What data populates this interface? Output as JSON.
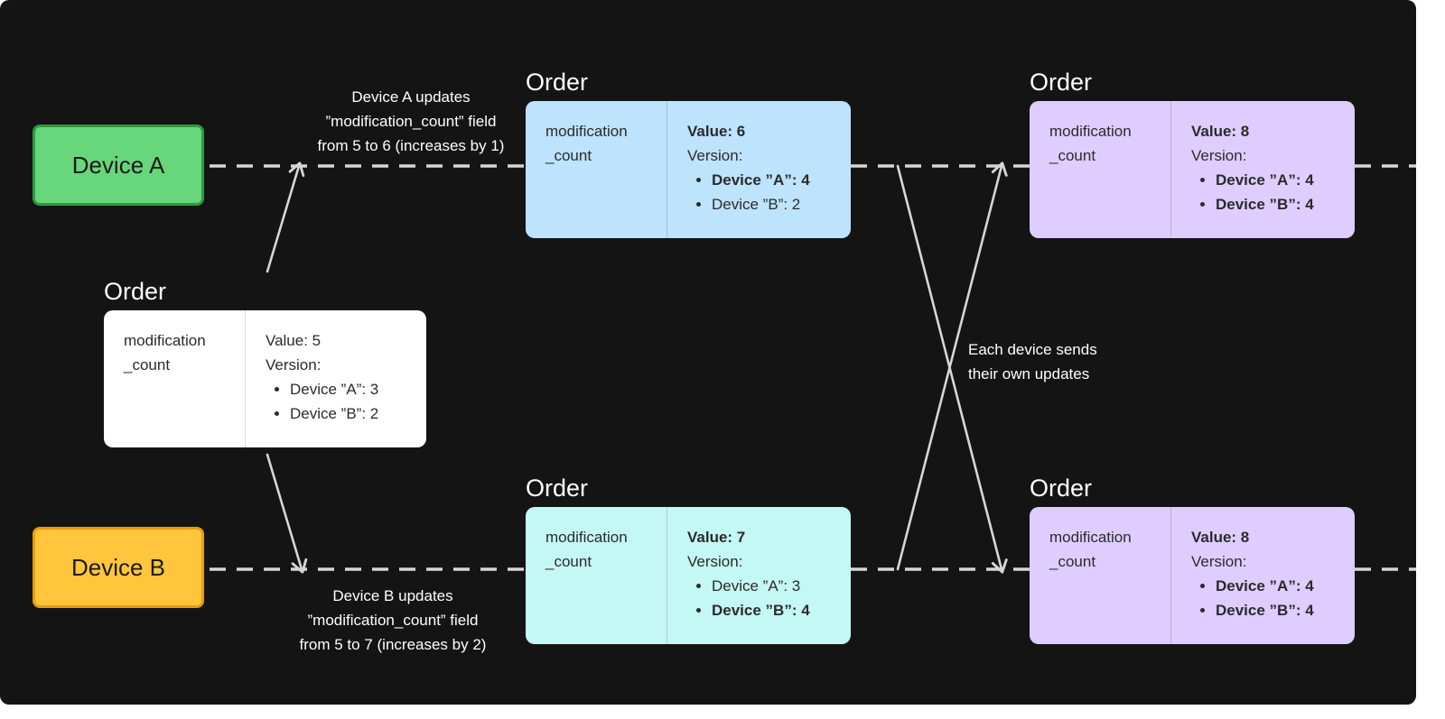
{
  "diagram": {
    "devices": [
      {
        "id": "a",
        "label": "Device A",
        "color": "#68d67a",
        "border": "#2f9942"
      },
      {
        "id": "b",
        "label": "Device B",
        "color": "#ffc53d",
        "border": "#e79d0e"
      }
    ],
    "orders": [
      {
        "id": "origin",
        "title": "Order",
        "field": "modification\n_count",
        "color": "#ffffff",
        "value_label": "Value: 5",
        "value_bold": false,
        "version_label": "Version:",
        "versions": [
          {
            "text": "Device ”A”: 3",
            "bold": false
          },
          {
            "text": "Device ”B”: 2",
            "bold": false
          }
        ]
      },
      {
        "id": "a1",
        "title": "Order",
        "field": "modification\n_count",
        "color": "#bde3fd",
        "value_label": "Value: 6",
        "value_bold": true,
        "version_label": "Version:",
        "versions": [
          {
            "text": "Device ”A”: 4",
            "bold": true
          },
          {
            "text": "Device ”B”: 2",
            "bold": false
          }
        ]
      },
      {
        "id": "b1",
        "title": "Order",
        "field": "modification\n_count",
        "color": "#c4f8f4",
        "value_label": "Value: 7",
        "value_bold": true,
        "version_label": "Version:",
        "versions": [
          {
            "text": "Device ”A”: 3",
            "bold": false
          },
          {
            "text": "Device ”B”: 4",
            "bold": true
          }
        ]
      },
      {
        "id": "a2",
        "title": "Order",
        "field": "modification\n_count",
        "color": "#decdfe",
        "value_label": "Value: 8",
        "value_bold": true,
        "version_label": "Version:",
        "versions": [
          {
            "text": "Device ”A”: 4",
            "bold": true
          },
          {
            "text": "Device ”B”: 4",
            "bold": true
          }
        ]
      },
      {
        "id": "b2",
        "title": "Order",
        "field": "modification\n_count",
        "color": "#decdfe",
        "value_label": "Value: 8",
        "value_bold": true,
        "version_label": "Version:",
        "versions": [
          {
            "text": "Device ”A”: 4",
            "bold": true
          },
          {
            "text": "Device ”B”: 4",
            "bold": true
          }
        ]
      }
    ],
    "notes": {
      "device_a_update": "Device A updates\n”modification_count” field\nfrom 5 to 6 (increases by 1)",
      "device_b_update": "Device B updates\n”modification_count” field\nfrom 5 to 7 (increases by 2)",
      "sync": "Each device sends\ntheir own updates"
    },
    "edges": [
      {
        "from": "origin",
        "to": "device-a-timeline",
        "style": "solid-arrow"
      },
      {
        "from": "origin",
        "to": "device-b-timeline",
        "style": "solid-arrow"
      },
      {
        "from": "device-a-timeline",
        "to": "device-b-timeline",
        "style": "solid-arrow",
        "label": "Each device sends\ntheir own updates"
      },
      {
        "from": "device-b-timeline",
        "to": "device-a-timeline",
        "style": "solid-arrow"
      }
    ],
    "line_color": "#d6d6d6"
  }
}
